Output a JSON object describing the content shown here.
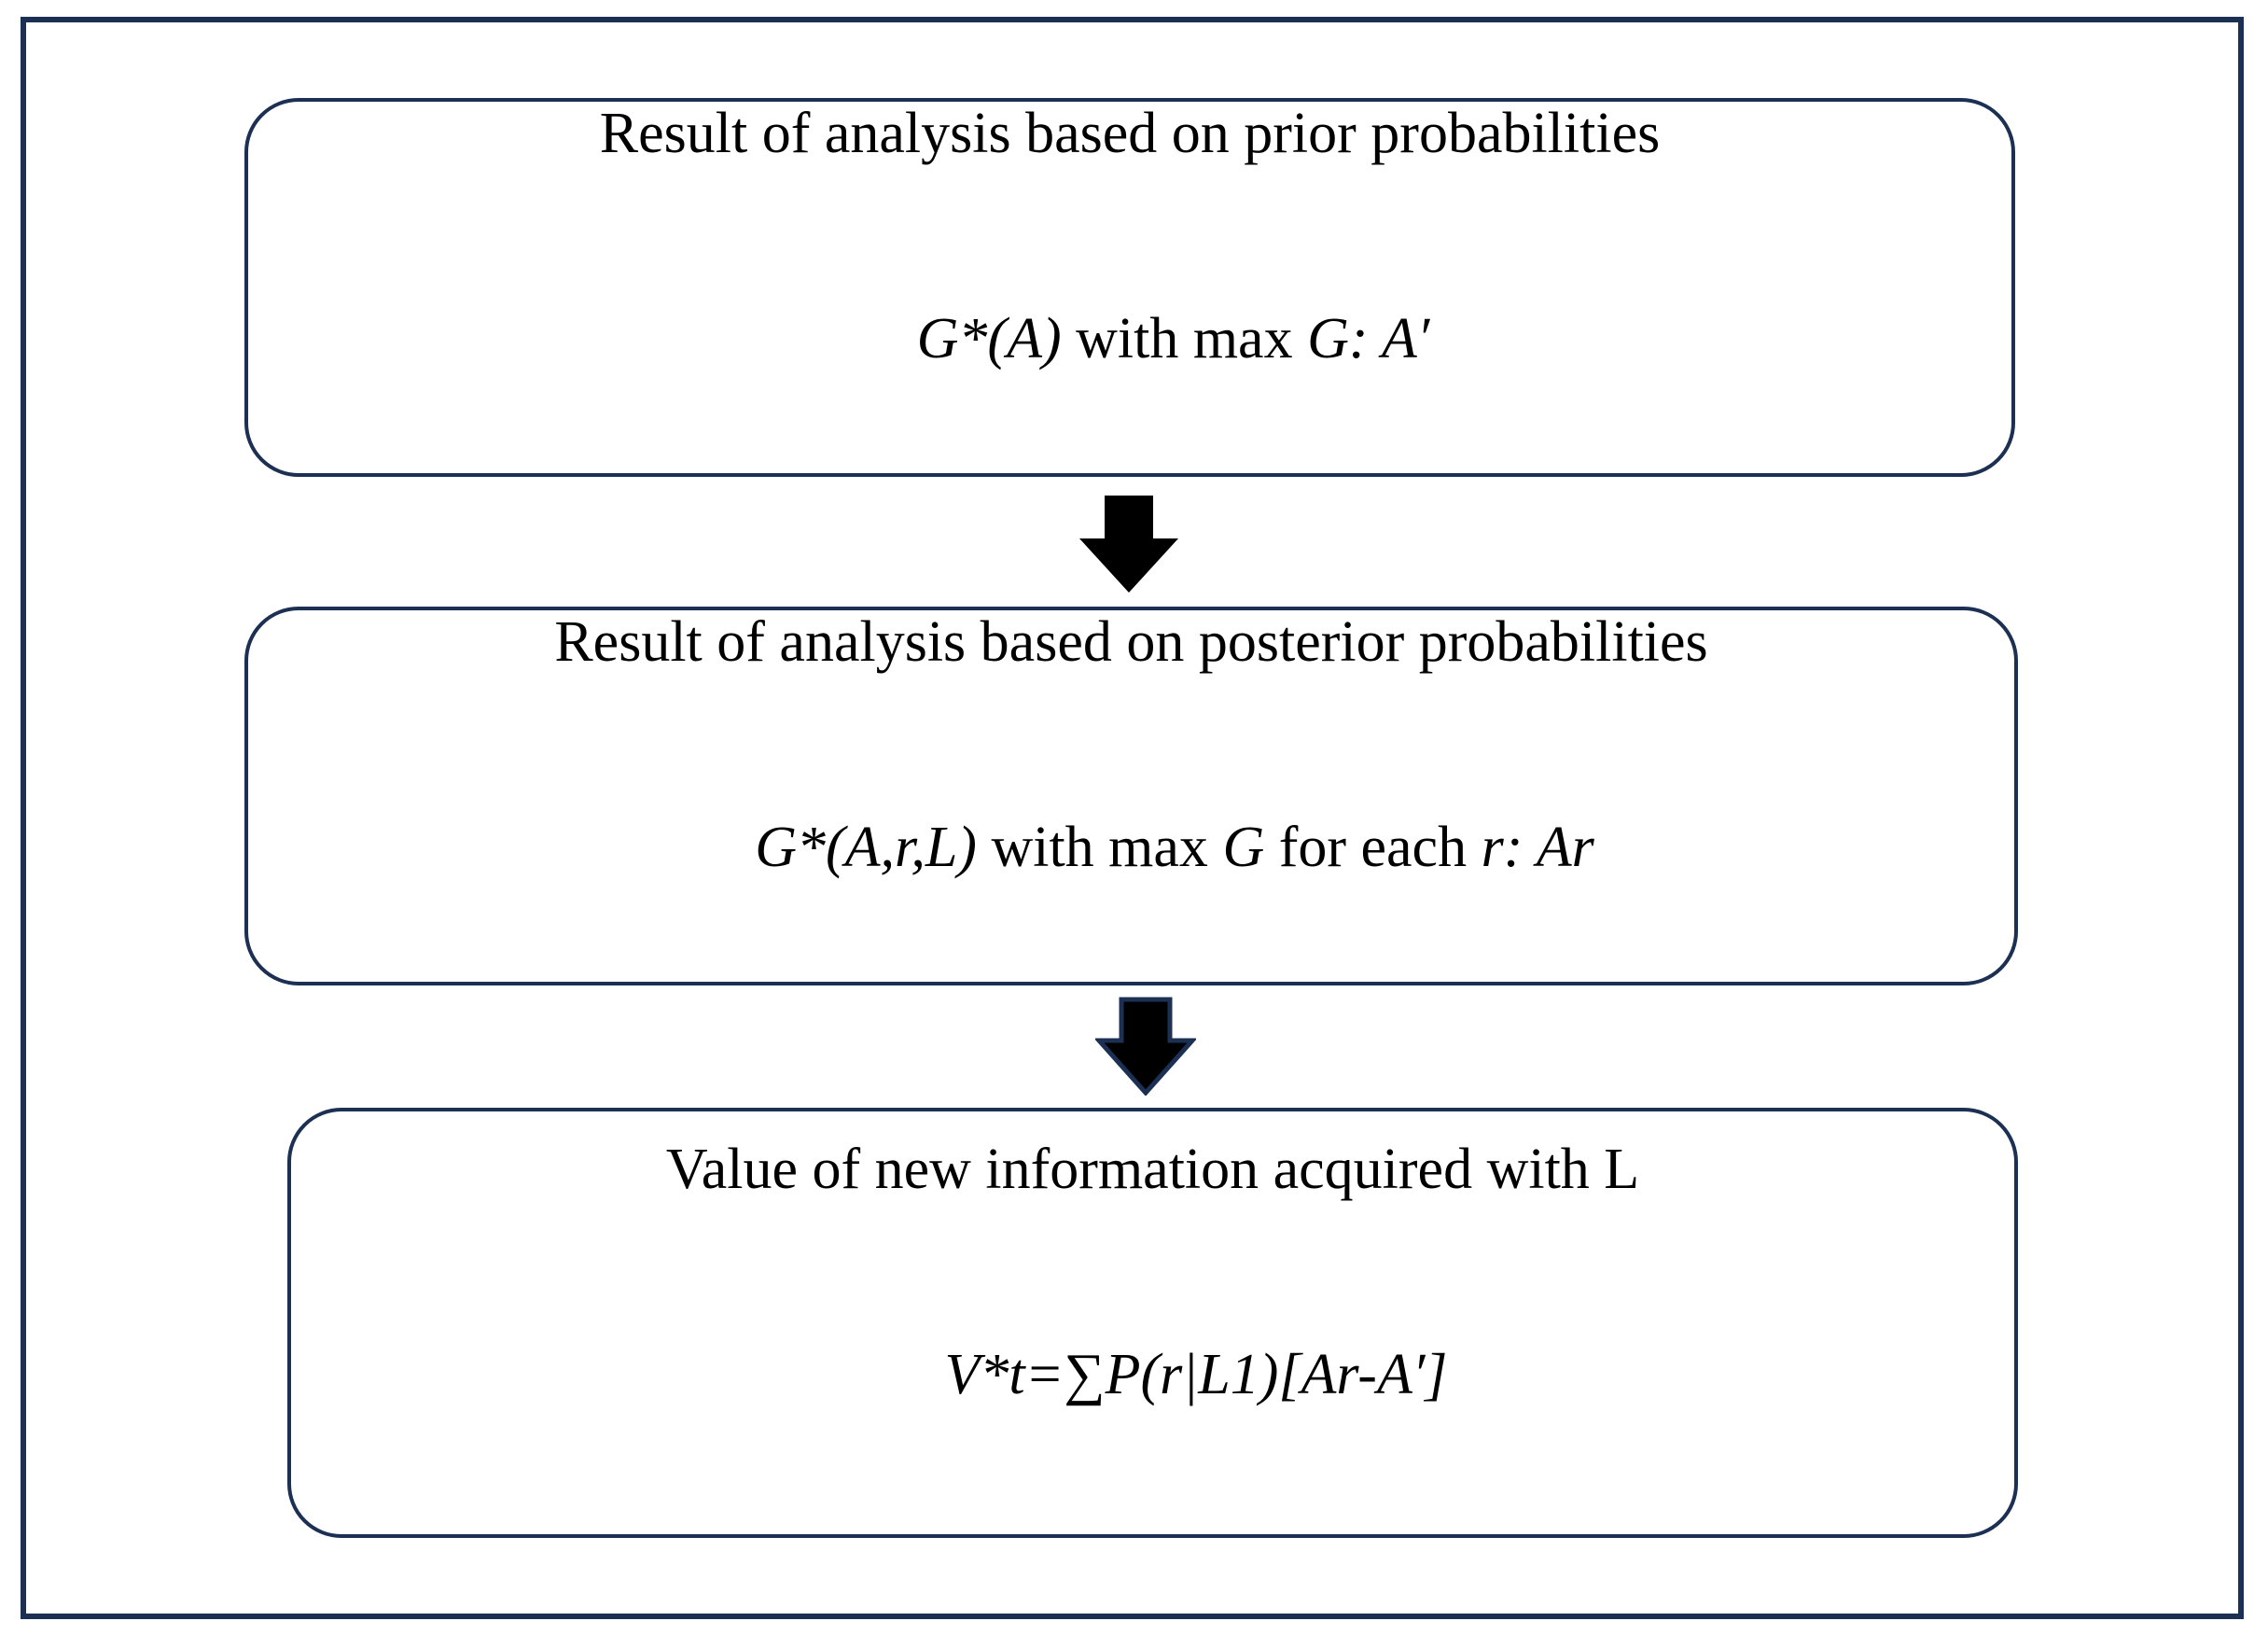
{
  "figure": {
    "type": "flowchart",
    "background_color": "#ffffff",
    "frame_border_color": "#1b3052",
    "box_border_color": "#1b3052",
    "text_color": "#000000",
    "arrow_fill_color": "#000000",
    "arrow_outline_color": "#1b3052"
  },
  "boxes": [
    {
      "id": "prior",
      "line1": "Result of analysis based on prior probabilities",
      "line2": [
        {
          "text": "G*(A)",
          "italic": true
        },
        {
          "text": " with max ",
          "italic": false
        },
        {
          "text": "G: A′",
          "italic": true
        }
      ]
    },
    {
      "id": "posterior",
      "line1": "Result of analysis based on posterior probabilities",
      "line2": [
        {
          "text": "G*(A,r,L)",
          "italic": true
        },
        {
          "text": " with max ",
          "italic": false
        },
        {
          "text": "G",
          "italic": true
        },
        {
          "text": " for each ",
          "italic": false
        },
        {
          "text": "r: Ar",
          "italic": true
        }
      ]
    },
    {
      "id": "value",
      "line1": "Value of new information acquired with L",
      "line2": [
        {
          "text": "V*t=∑P(r|L1)[Ar-A′]",
          "italic": true
        }
      ]
    }
  ],
  "arrows": [
    {
      "id": "arrow-prior-to-posterior",
      "direction": "down"
    },
    {
      "id": "arrow-posterior-to-value",
      "direction": "down"
    }
  ]
}
